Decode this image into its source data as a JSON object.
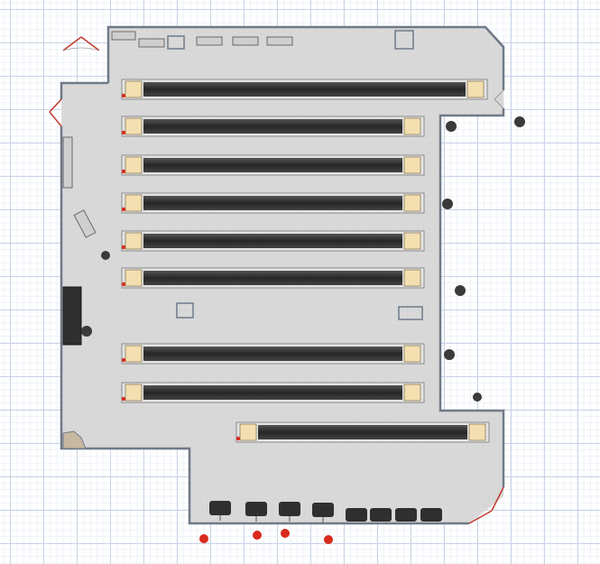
{
  "plan": {
    "floor_color": "#d6d6d6",
    "wall_color": "#6f7a88",
    "door_color": "#c0392b",
    "lane_color": "#2e2e2e",
    "pin_deck_color": "#f3dfb0",
    "machine_color": "#e4e4e4",
    "seat_color": "#2f2f2f",
    "person_color": "#3a3a3a",
    "accent_red": "#d92a1c"
  },
  "lanes": [
    {
      "id": "lane-1"
    },
    {
      "id": "lane-2"
    },
    {
      "id": "lane-3"
    },
    {
      "id": "lane-4"
    },
    {
      "id": "lane-5"
    },
    {
      "id": "lane-6"
    },
    {
      "id": "lane-7"
    },
    {
      "id": "lane-8"
    },
    {
      "id": "lane-9"
    }
  ],
  "tables": [
    {
      "id": "table-1"
    },
    {
      "id": "table-2"
    },
    {
      "id": "table-3"
    },
    {
      "id": "table-4"
    }
  ],
  "booths": [
    {
      "id": "booth-1"
    },
    {
      "id": "booth-2"
    },
    {
      "id": "booth-3"
    },
    {
      "id": "booth-4"
    }
  ]
}
